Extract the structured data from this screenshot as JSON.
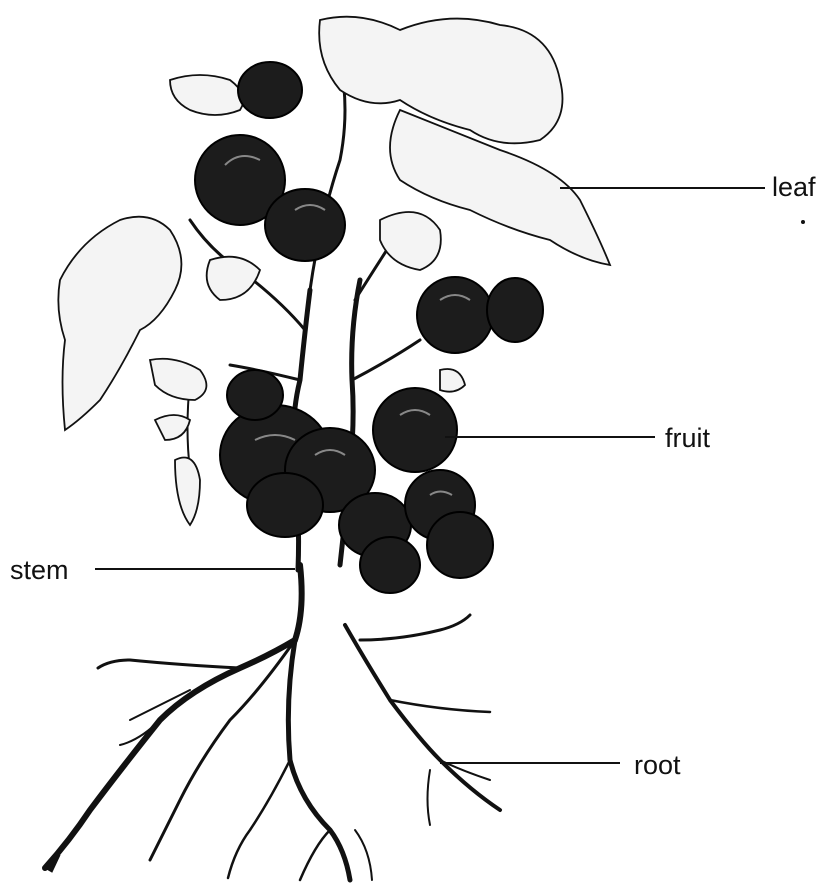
{
  "labels": {
    "leaf": "leaf",
    "fruit": "fruit",
    "stem": "stem",
    "root": "root"
  }
}
